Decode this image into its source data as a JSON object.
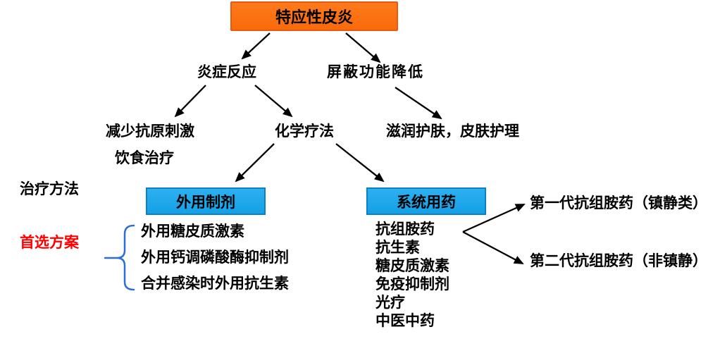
{
  "diagram": {
    "root": "特应性皮炎",
    "level2": {
      "inflammation": "炎症反应",
      "barrier_decline": "屏蔽功能降低"
    },
    "level3": {
      "reduce_antigen": "减少抗原刺激",
      "diet_therapy": "饮食治疗",
      "chemotherapy": "化学疗法",
      "moisturize": "滋润护肤，皮肤护理"
    },
    "side_labels": {
      "treatment_method": "治疗方法",
      "preferred_plan": "首选方案"
    },
    "boxes": {
      "topical": "外用制剂",
      "systemic": "系统用药"
    },
    "topical_items": [
      "外用糖皮质激素",
      "外用钙调磷酸酶抑制剂",
      "合并感染时外用抗生素"
    ],
    "systemic_items": [
      "抗组胺药",
      "抗生素",
      "糖皮质激素",
      "免疫抑制剂",
      "光疗",
      "中医中药"
    ],
    "antihistamine_generations": {
      "first": "第一代抗组胺药（镇静类）",
      "second": "第二代抗组胺药（非镇静）"
    }
  },
  "colors": {
    "root_box": "#fa6a0a",
    "root_box_highlight": "#fc7a1c",
    "root_box_border": "#e85a10",
    "sub_box": "#14a0e6",
    "sub_box_border": "#0d7fc2",
    "preferred_label": "#ff0000",
    "brace": "#2b6fd6",
    "arrow": "#000000"
  }
}
